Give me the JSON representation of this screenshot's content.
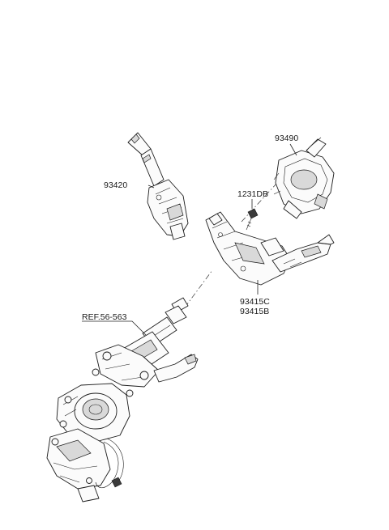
{
  "labels": {
    "p93490": "93490",
    "p93420": "93420",
    "p1231DB": "1231DB",
    "p93415C": "93415C",
    "p93415B": "93415B",
    "ref": "REF.56-563"
  }
}
